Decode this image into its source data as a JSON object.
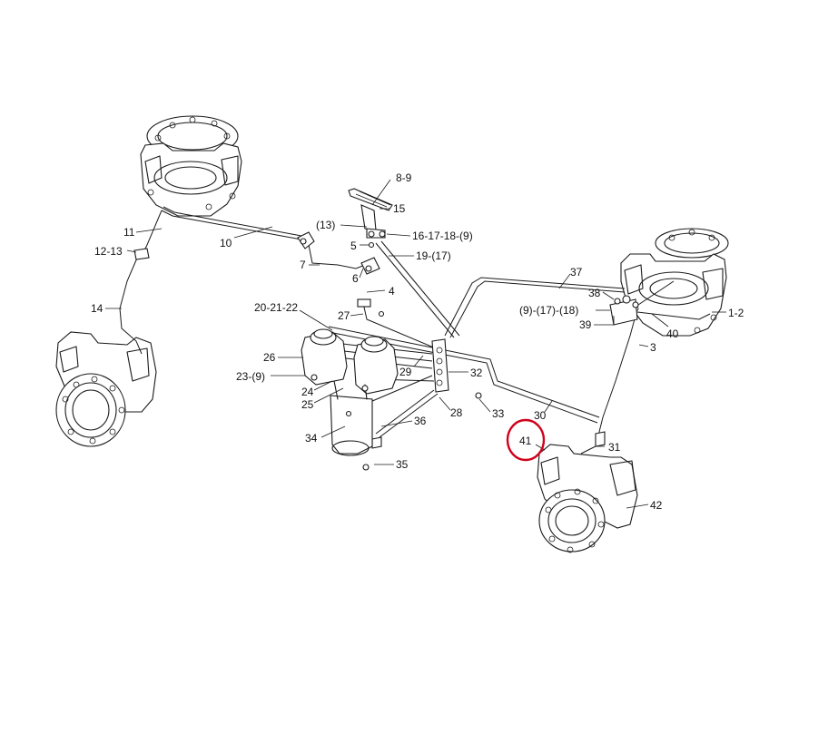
{
  "labels": {
    "l_8_9": "8-9",
    "l_15": "15",
    "l_13": "(13)",
    "l_16": "16-17-18-(9)",
    "l_5": "5",
    "l_19": "19-(17)",
    "l_11": "11",
    "l_10": "10",
    "l_12_13": "12-13",
    "l_7": "7",
    "l_6": "6",
    "l_4": "4",
    "l_14": "14",
    "l_37": "37",
    "l_38": "38",
    "l_9_17_18": "(9)-(17)-(18)",
    "l_1_2": "1-2",
    "l_39": "39",
    "l_40": "40",
    "l_3": "3",
    "l_20_21_22": "20-21-22",
    "l_27": "27",
    "l_26": "26",
    "l_29": "29",
    "l_32": "32",
    "l_23_9": "23-(9)",
    "l_24": "24",
    "l_25": "25",
    "l_28": "28",
    "l_33": "33",
    "l_30": "30",
    "l_36": "36",
    "l_34": "34",
    "l_41": "41",
    "l_31": "31",
    "l_35": "35",
    "l_42": "42"
  },
  "highlight": {
    "target": "41",
    "color": "#d0021b"
  }
}
